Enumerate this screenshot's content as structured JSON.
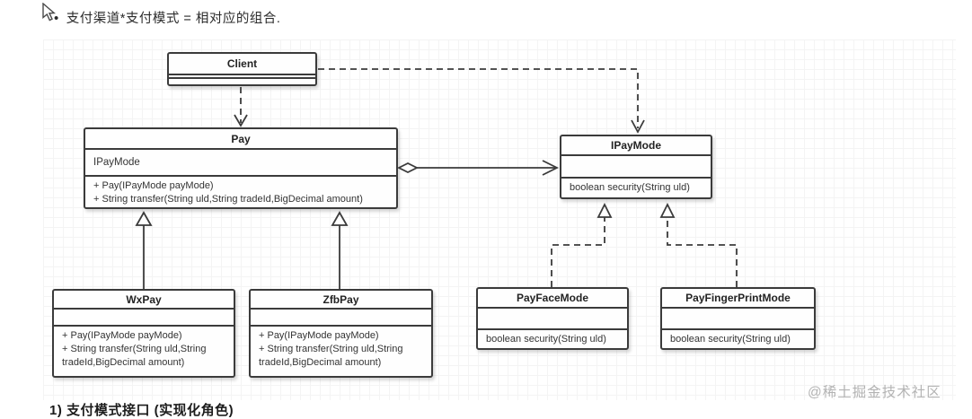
{
  "page": {
    "bullet_marker": "•",
    "bullet_text": "支付渠道*支付模式 = 相对应的组合.",
    "bottom_partial_text": "1) 支付模式接口 (实现化角色)",
    "watermark": "@稀土掘金技术社区"
  },
  "colors": {
    "line": "#3b3b3b",
    "text": "#2d2d2d",
    "watermark": "#b3b3b3",
    "grid": "#eaeaea"
  },
  "classes": {
    "client": {
      "title": "Client"
    },
    "pay": {
      "title": "Pay",
      "attributes": [
        "IPayMode"
      ],
      "methods": [
        "+ Pay(IPayMode payMode)",
        "+ String transfer(String uld,String tradeId,BigDecimal amount)"
      ]
    },
    "ipaymode": {
      "title": "IPayMode",
      "methods": [
        "boolean security(String uld)"
      ]
    },
    "wxpay": {
      "title": "WxPay",
      "methods": [
        "+ Pay(IPayMode payMode)",
        "+ String transfer(String uld,String tradeId,BigDecimal amount)"
      ]
    },
    "zfbpay": {
      "title": "ZfbPay",
      "methods": [
        "+ Pay(IPayMode payMode)",
        "+ String transfer(String uld,String tradeId,BigDecimal amount)"
      ]
    },
    "payfacemode": {
      "title": "PayFaceMode",
      "methods": [
        "boolean security(String uld)"
      ]
    },
    "payfingerprintmode": {
      "title": "PayFingerPrintMode",
      "methods": [
        "boolean security(String uld)"
      ]
    }
  },
  "relations": [
    {
      "from": "Client",
      "to": "Pay",
      "type": "dependency (dashed open arrow)"
    },
    {
      "from": "Client",
      "to": "IPayMode",
      "type": "dependency (dashed open arrow)"
    },
    {
      "from": "Pay",
      "to": "IPayMode",
      "type": "aggregation (open diamond at Pay, open arrow at IPayMode)"
    },
    {
      "from": "WxPay",
      "to": "Pay",
      "type": "generalization (solid, hollow triangle)"
    },
    {
      "from": "ZfbPay",
      "to": "Pay",
      "type": "generalization (solid, hollow triangle)"
    },
    {
      "from": "PayFaceMode",
      "to": "IPayMode",
      "type": "realization (dashed, hollow triangle)"
    },
    {
      "from": "PayFingerPrintMode",
      "to": "IPayMode",
      "type": "realization (dashed, hollow triangle)"
    }
  ]
}
